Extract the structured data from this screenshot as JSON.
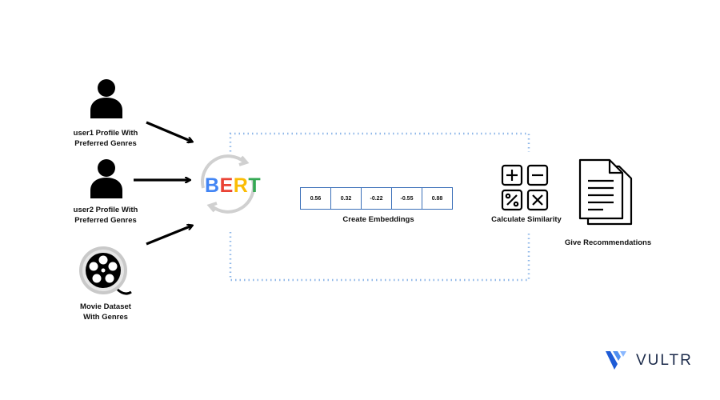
{
  "inputs": {
    "user1_label": "user1 Profile With\nPreferred Genres",
    "user2_label": "user2 Profile With\nPreferred Genres",
    "movie_label": "Movie Dataset\nWith Genres"
  },
  "model": {
    "letters": [
      "B",
      "E",
      "R",
      "T"
    ],
    "colors": [
      "#4285f4",
      "#ea4335",
      "#fbbc05",
      "#34a853"
    ]
  },
  "embeddings": {
    "values": [
      "0.56",
      "0.32",
      "-0.22",
      "-0.55",
      "0.88"
    ],
    "label": "Create Embeddings"
  },
  "similarity": {
    "label": "Calculate Similarity"
  },
  "output": {
    "label": "Give Recommendations"
  },
  "brand": {
    "name": "VULTR",
    "color": "#1e5bd6"
  }
}
